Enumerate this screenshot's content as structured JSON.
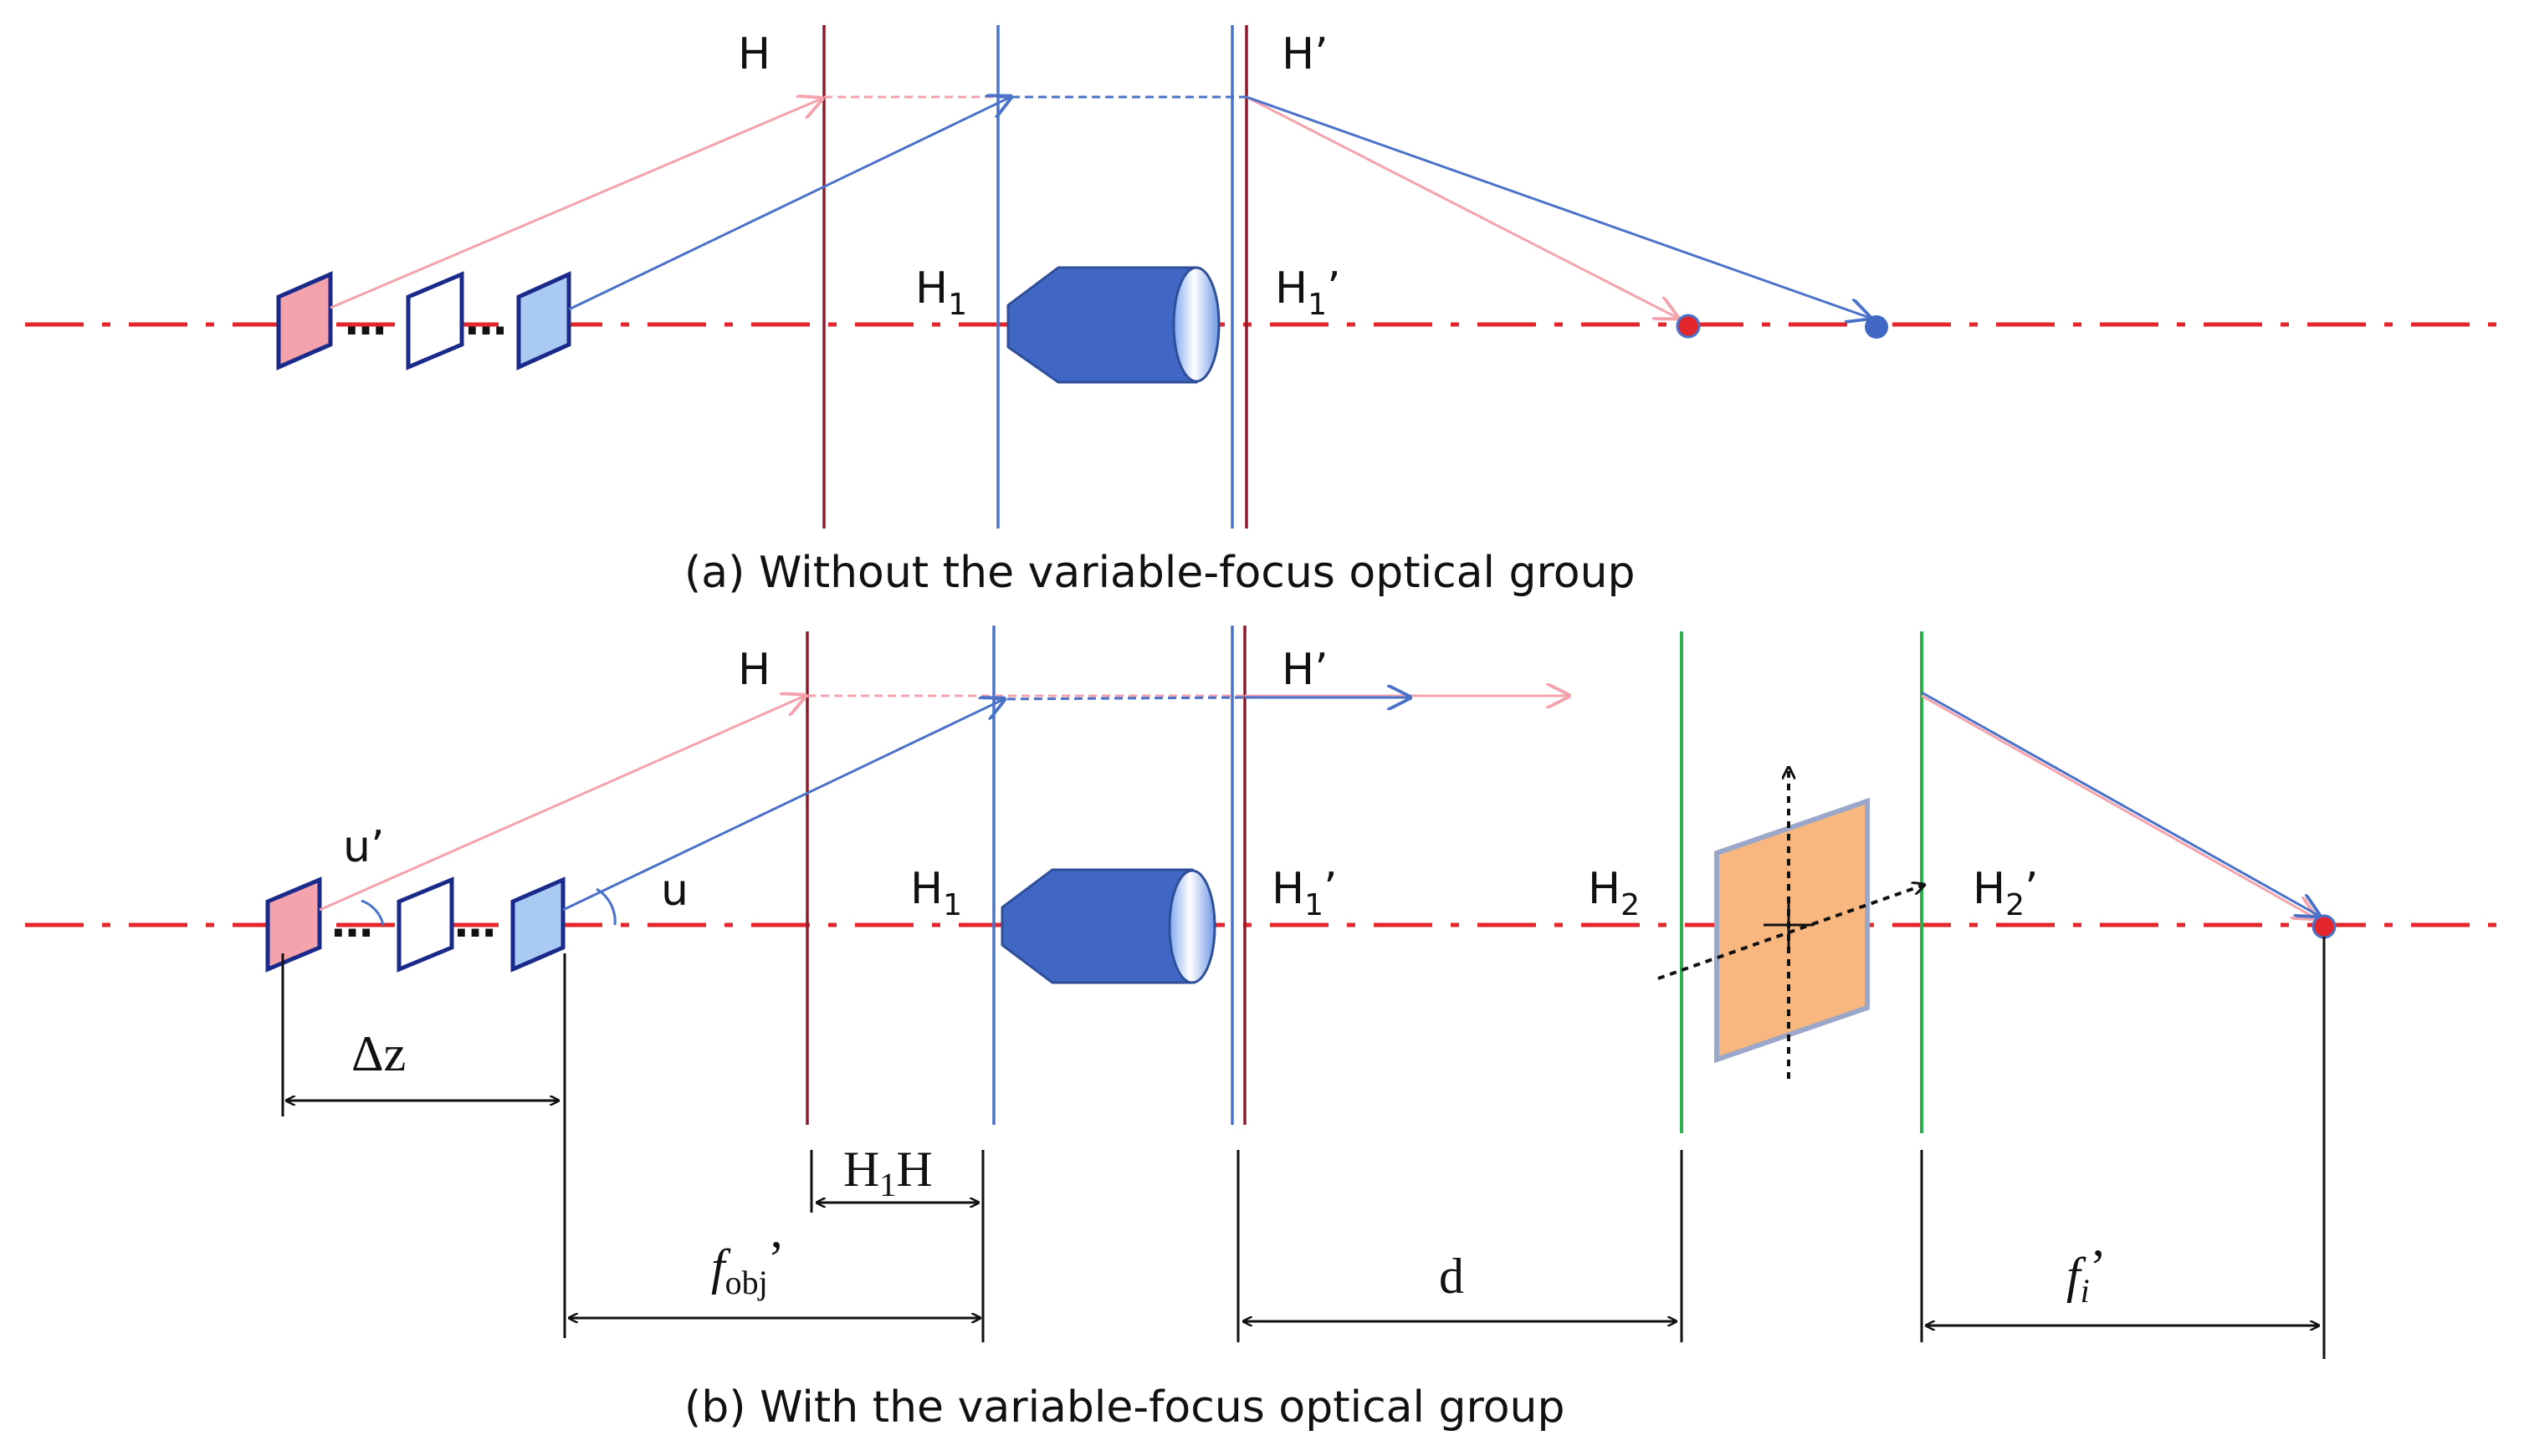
{
  "panel_a": {
    "caption": "(a)  Without the variable-focus optical group",
    "label_H": "H",
    "label_H_prime": "H’",
    "label_H1_base": "H",
    "label_H1_sub": "1",
    "label_H1p_base": "H",
    "label_H1p_sub": "1",
    "label_H1p_prime": "’",
    "dots": "…"
  },
  "panel_b": {
    "caption": "(b)  With the variable-focus optical group",
    "label_H": "H",
    "label_H_prime": "H’",
    "label_H1_base": "H",
    "label_H1_sub": "1",
    "label_H1p_base": "H",
    "label_H1p_sub": "1",
    "label_H1p_prime": "’",
    "label_H2_base": "H",
    "label_H2_sub": "2",
    "label_H2p_base": "H",
    "label_H2p_sub": "2",
    "label_H2p_prime": "’",
    "label_u_prime": "u’",
    "label_u": "u",
    "dots": "…",
    "dim_delta_z": "Δz",
    "dim_H1H_a": "H",
    "dim_H1H_sub": "1",
    "dim_H1H_b": "H",
    "dim_fobj_f": "f",
    "dim_fobj_sub": "obj",
    "dim_fobj_prime": "’",
    "dim_d": "d",
    "dim_fi_f": "f",
    "dim_fi_sub": "i",
    "dim_fi_prime": "’"
  },
  "colors": {
    "axis": "#e3262b",
    "ray_pink": "#f4a3ad",
    "ray_blue": "#4a72c9",
    "plane_dark_red": "#8b1a2a",
    "plane_blue": "#4a72c9",
    "plane_green": "#2bb24c",
    "objective_fill": "#3f67c3",
    "sample_pink": "#f4a3ad",
    "sample_blue": "#a9cbf3",
    "plate_orange": "#f8b77e",
    "plate_border": "#9aa7c8"
  }
}
